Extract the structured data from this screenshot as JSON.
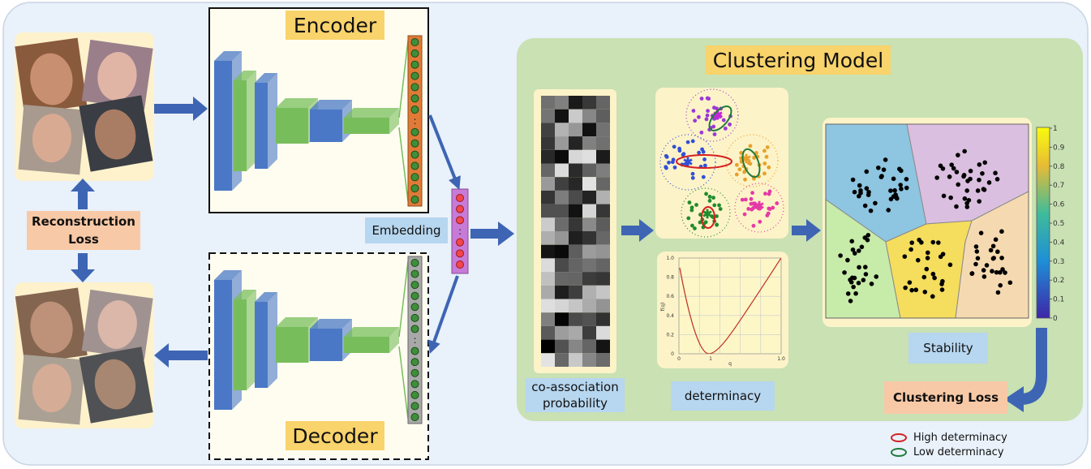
{
  "encoder_title": "Encoder",
  "decoder_title": "Decoder",
  "clustering_title": "Clustering Model",
  "embedding_label": "Embedding",
  "reconstruction_loss": [
    "Reconstruction",
    "Loss"
  ],
  "coassoc_label": [
    "co-association",
    "probability"
  ],
  "determinacy_label": "determinacy",
  "stability_label": "Stability",
  "clustering_loss": "Clustering Loss",
  "legend": [
    {
      "label": "High determinacy",
      "color": "#d42020"
    },
    {
      "label": "Low determinacy",
      "color": "#1f7a3a"
    }
  ],
  "ellipsis": ":",
  "plot": {
    "xticks": [
      "0",
      "1",
      "1.0"
    ],
    "yticks": [
      "1.0",
      "0.8",
      "0.6",
      "0.4",
      "0.2",
      "0"
    ],
    "xlabel": "q",
    "ylabel": "f(q)"
  },
  "colorbar_ticks": [
    "1",
    "0.9",
    "0.8",
    "0.7",
    "0.6",
    "0.5",
    "0.4",
    "0.3",
    "0.2",
    "0.1",
    "0"
  ],
  "colors": {
    "background": "#e9f1fa",
    "panel_cream": "#fdf2cc",
    "clustering_panel": "#c9e1b3",
    "encoder_blue": "#4a78c6",
    "layer_green": "#78bd5c",
    "embedding_purple": "#c87bd6",
    "arrow_blue": "#3e65b4",
    "encoder_embed": "#e07a36",
    "decoder_embed": "#a8a8a8"
  }
}
